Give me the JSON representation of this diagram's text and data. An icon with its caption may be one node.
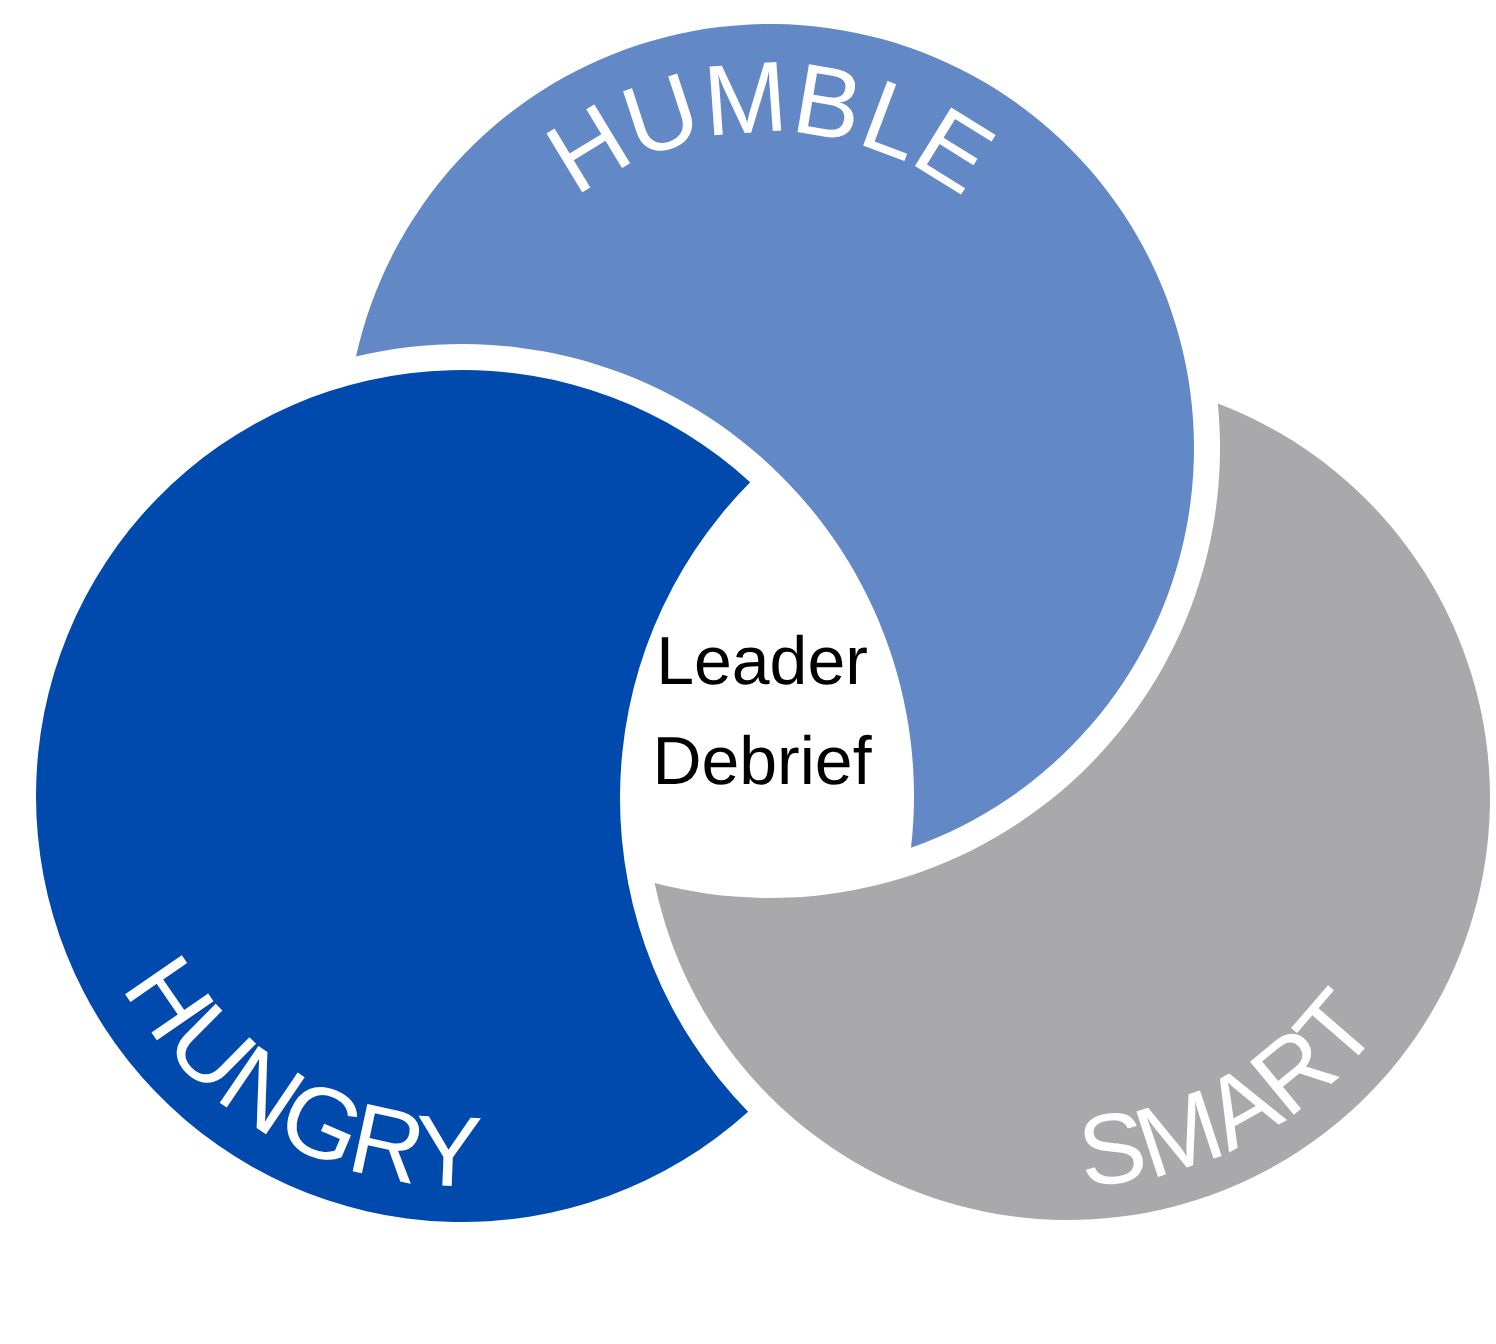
{
  "diagram": {
    "nodes": [
      {
        "text": [
          "HUMBLE"
        ]
      },
      {
        "text": [
          "HUNGRY"
        ]
      },
      {
        "text": [
          "SMART"
        ]
      }
    ],
    "labels": [
      "Leader Debrief"
    ]
  }
}
